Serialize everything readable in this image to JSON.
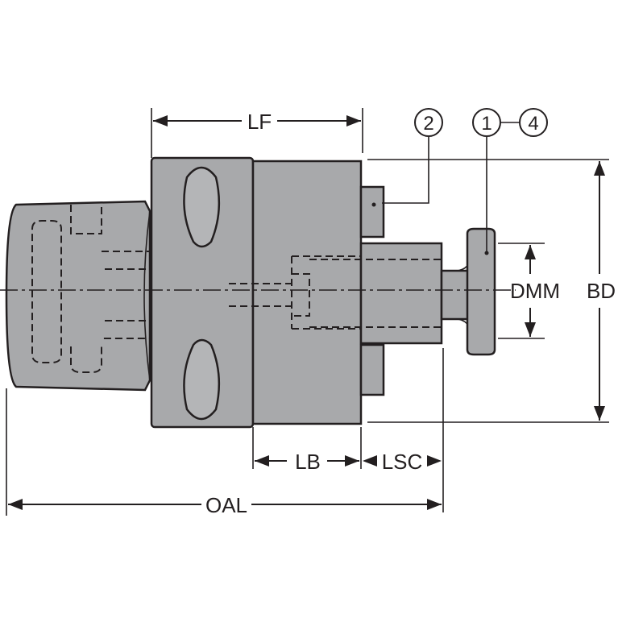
{
  "diagram": {
    "dimensions": {
      "lf": "LF",
      "bd": "BD",
      "dmm": "DMM",
      "lb": "LB",
      "lsc": "LSC",
      "oal": "OAL"
    },
    "callouts": {
      "c2": "2",
      "c1": "1",
      "c4": "4"
    },
    "colors": {
      "body": "#a8a9ab",
      "line": "#231f20",
      "background": "#ffffff"
    }
  }
}
